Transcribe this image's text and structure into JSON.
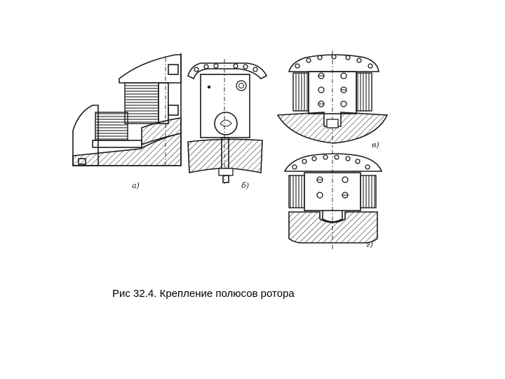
{
  "figure": {
    "caption": "Рис 32.4. Крепление полюсов ротора",
    "labels": {
      "a": "а)",
      "b": "б)",
      "v": "в)",
      "g": "г)"
    }
  }
}
